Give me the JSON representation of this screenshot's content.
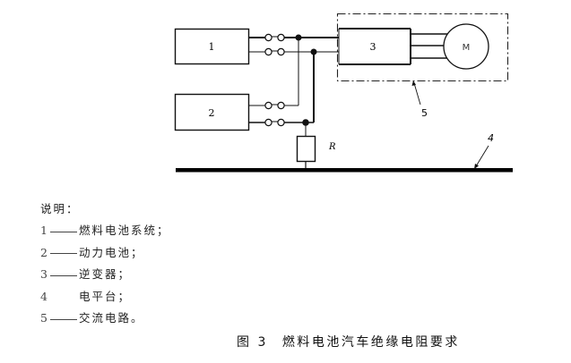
{
  "diagram": {
    "components": [
      {
        "id": "1",
        "label": "1",
        "kind": "box"
      },
      {
        "id": "2",
        "label": "2",
        "kind": "box"
      },
      {
        "id": "3",
        "label": "3",
        "kind": "box"
      },
      {
        "id": "M",
        "label": "M",
        "kind": "motor"
      },
      {
        "id": "R",
        "label": "R",
        "kind": "resistor"
      }
    ],
    "callouts": {
      "ground_label": "4",
      "ac_circuit_label": "5"
    }
  },
  "legend": {
    "title": "说明：",
    "items": [
      {
        "num": "1",
        "dash": true,
        "text": "燃料电池系统；"
      },
      {
        "num": "2",
        "dash": true,
        "text": "动力电池；"
      },
      {
        "num": "3",
        "dash": true,
        "text": "逆变器；"
      },
      {
        "num": "4",
        "dash": false,
        "text": "电平台；"
      },
      {
        "num": "5",
        "dash": true,
        "text": "交流电路。"
      }
    ]
  },
  "caption": {
    "figure": "图 3",
    "title": "燃料电池汽车绝缘电阻要求"
  }
}
